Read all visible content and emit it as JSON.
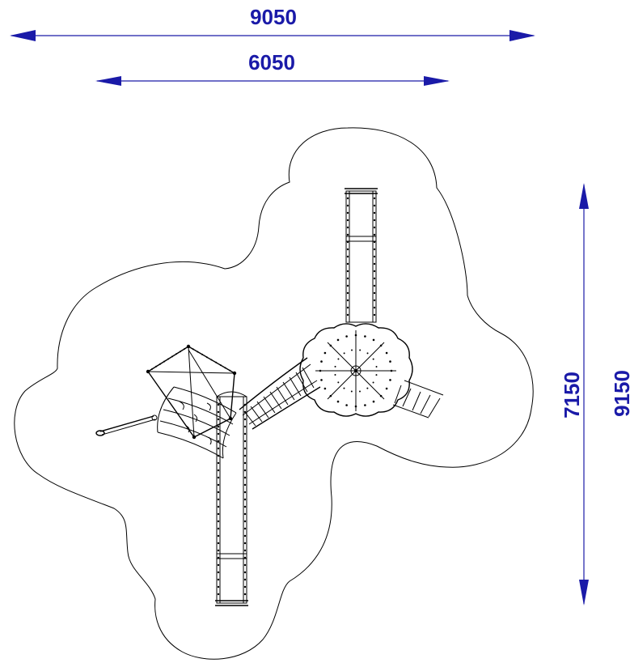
{
  "drawing": {
    "dimensions": {
      "overall_width": "9050",
      "equipment_width": "6050",
      "equipment_depth": "7150",
      "overall_depth": "9150"
    },
    "colors": {
      "dimension": "#1a1aa8",
      "linework": "#000000",
      "background": "#ffffff"
    }
  }
}
